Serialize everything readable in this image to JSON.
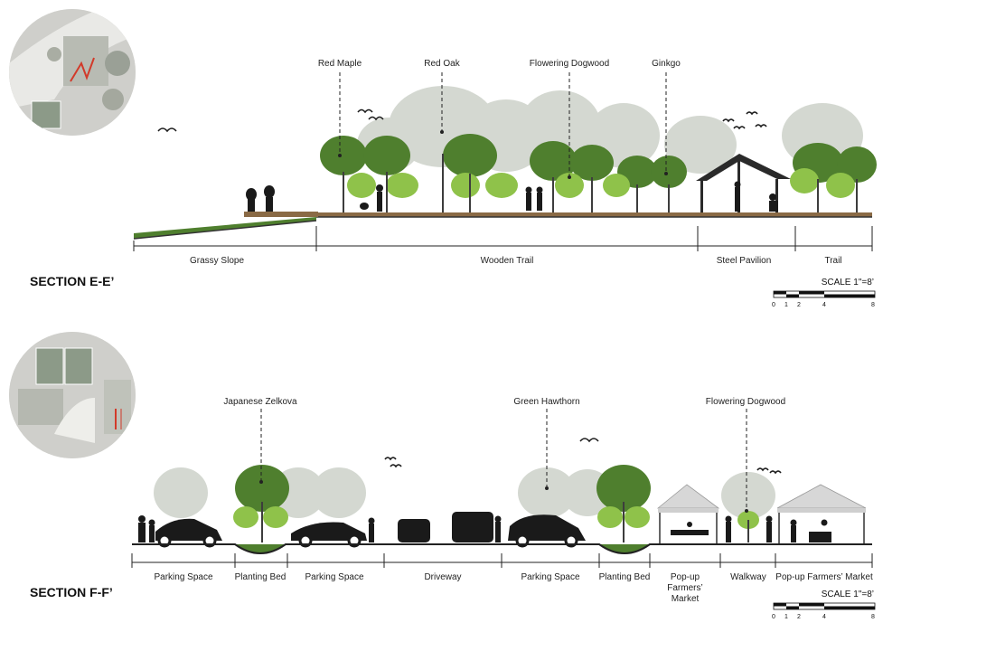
{
  "section_e": {
    "title": "SECTION E-E’",
    "scale_label": "SCALE 1\"=8’",
    "scale_ticks": [
      "0",
      "1",
      "2",
      "4",
      "8"
    ],
    "tree_labels": [
      "Red Maple",
      "Red Oak",
      "Flowering Dogwood",
      "Ginkgo"
    ],
    "zones": [
      "Grassy Slope",
      "Wooden Trail",
      "Steel Pavilion",
      "Trail"
    ]
  },
  "section_f": {
    "title": "SECTION F-F’",
    "scale_label": "SCALE 1\"=8’",
    "scale_ticks": [
      "0",
      "1",
      "2",
      "4",
      "8"
    ],
    "tree_labels": [
      "Japanese Zelkova",
      "Green Hawthorn",
      "Flowering Dogwood"
    ],
    "zones": [
      "Parking Space",
      "Planting Bed",
      "Parking Space",
      "Driveway",
      "Parking Space",
      "Planting Bed"
    ],
    "market_zone": [
      "Pop-up",
      "Farmers’",
      "Market"
    ],
    "zones_right": [
      "Walkway",
      "Pop-up Farmers’ Market"
    ]
  },
  "colors": {
    "tree_green": "#4f7f2e",
    "tree_light": "#8fc24a",
    "tree_grey": "#cfd3cc",
    "trail": "#8a6a45",
    "ink": "#1a1a1a",
    "path_red": "#d23a2a"
  }
}
